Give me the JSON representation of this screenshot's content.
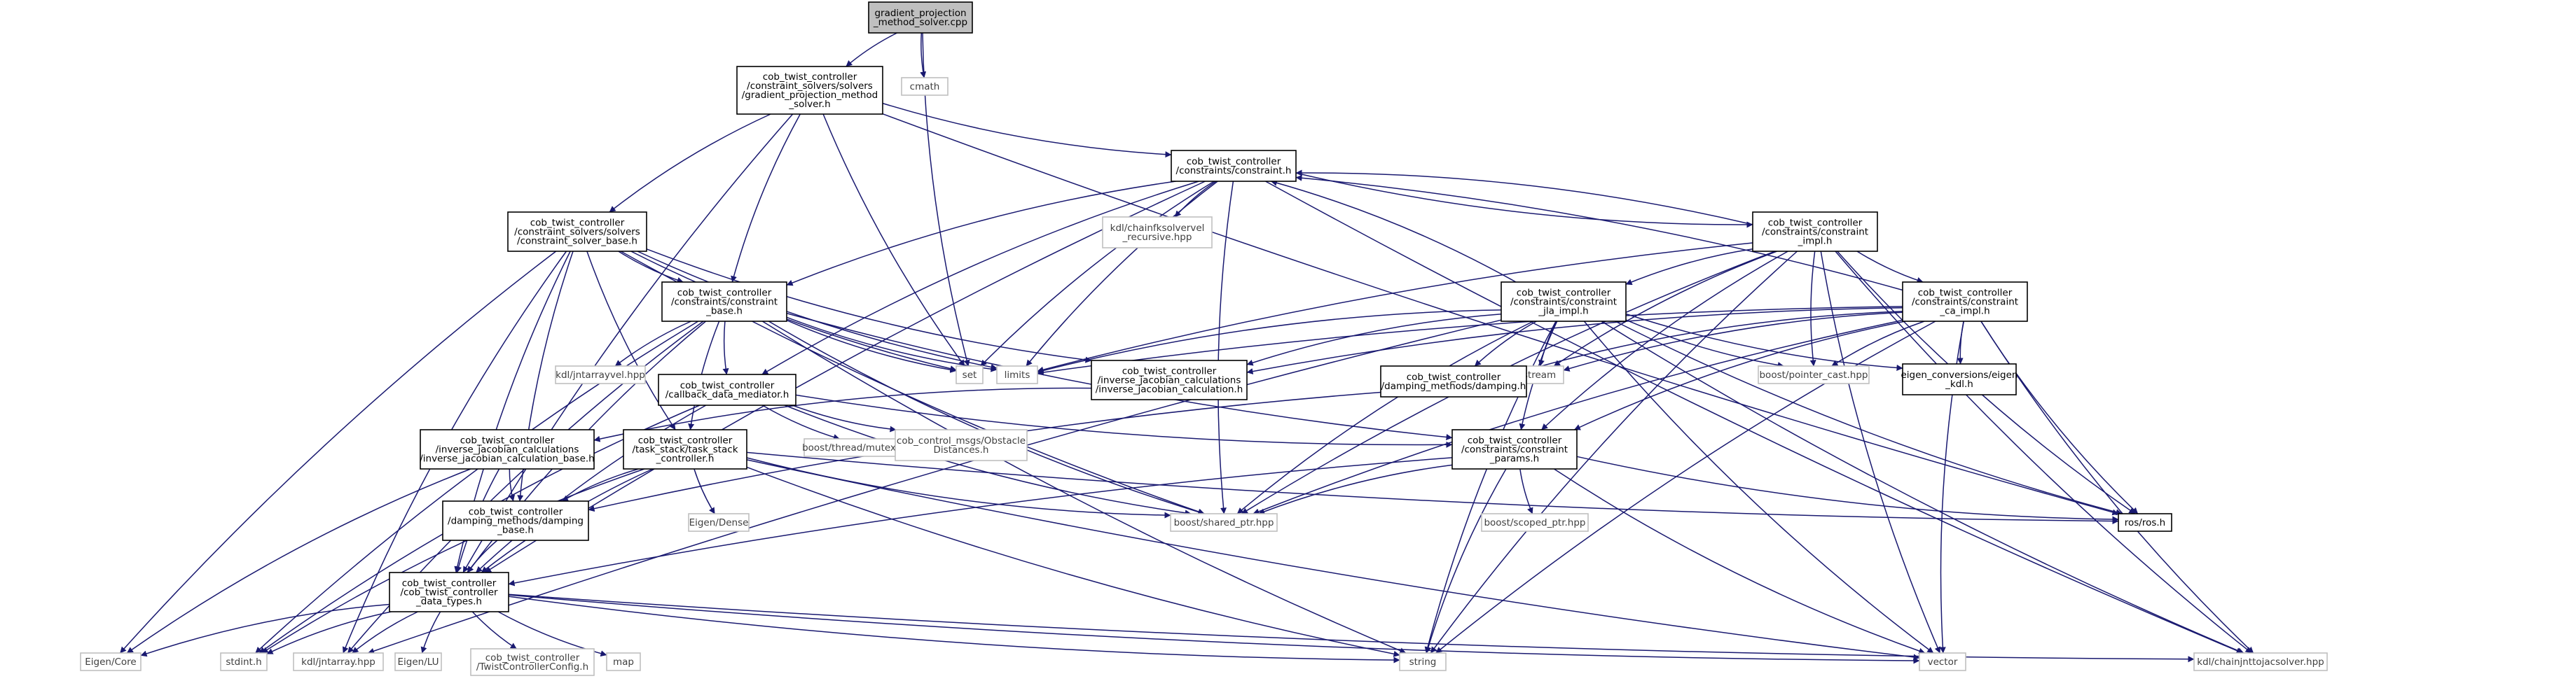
{
  "colors": {
    "edge": "#191970",
    "root_fill": "#bfbfbf",
    "root_border": "#000000",
    "local_border": "#000000",
    "external_border": "#bfbfbf",
    "text_main": "#000000",
    "text_external": "#404040"
  },
  "nodes": [
    {
      "id": "root",
      "kind": "root",
      "lines": [
        "gradient_projection",
        "_method_solver.cpp"
      ]
    },
    {
      "id": "gpms_h",
      "kind": "local",
      "lines": [
        "cob_twist_controller",
        "/constraint_solvers/solvers",
        "/gradient_projection_method",
        "_solver.h"
      ]
    },
    {
      "id": "cmath",
      "kind": "external",
      "lines": [
        "cmath"
      ]
    },
    {
      "id": "constraint_h",
      "kind": "local",
      "lines": [
        "cob_twist_controller",
        "/constraints/constraint.h"
      ]
    },
    {
      "id": "solver_base",
      "kind": "local",
      "lines": [
        "cob_twist_controller",
        "/constraint_solvers/solvers",
        "/constraint_solver_base.h"
      ]
    },
    {
      "id": "chainfk",
      "kind": "external",
      "lines": [
        "kdl/chainfksolvervel",
        "_recursive.hpp"
      ]
    },
    {
      "id": "constraint_impl",
      "kind": "local",
      "lines": [
        "cob_twist_controller",
        "/constraints/constraint",
        "_impl.h"
      ]
    },
    {
      "id": "constraint_base",
      "kind": "local",
      "lines": [
        "cob_twist_controller",
        "/constraints/constraint",
        "_base.h"
      ]
    },
    {
      "id": "jla_impl",
      "kind": "local",
      "lines": [
        "cob_twist_controller",
        "/constraints/constraint",
        "_jla_impl.h"
      ]
    },
    {
      "id": "ca_impl",
      "kind": "local",
      "lines": [
        "cob_twist_controller",
        "/constraints/constraint",
        "_ca_impl.h"
      ]
    },
    {
      "id": "set",
      "kind": "external",
      "lines": [
        "set"
      ]
    },
    {
      "id": "limits",
      "kind": "external",
      "lines": [
        "limits"
      ]
    },
    {
      "id": "jntarrayvel",
      "kind": "external",
      "lines": [
        "kdl/jntarrayvel.hpp"
      ]
    },
    {
      "id": "sstream",
      "kind": "external",
      "lines": [
        "sstream"
      ]
    },
    {
      "id": "pointer_cast",
      "kind": "external",
      "lines": [
        "boost/pointer_cast.hpp"
      ]
    },
    {
      "id": "eigen_kdl",
      "kind": "local",
      "lines": [
        "eigen_conversions/eigen",
        "_kdl.h"
      ]
    },
    {
      "id": "callback",
      "kind": "local",
      "lines": [
        "cob_twist_controller",
        "/callback_data_mediator.h"
      ]
    },
    {
      "id": "ijc",
      "kind": "local",
      "lines": [
        "cob_twist_controller",
        "/inverse_jacobian_calculations",
        "/inverse_jacobian_calculation.h"
      ]
    },
    {
      "id": "damping_h",
      "kind": "local",
      "lines": [
        "cob_twist_controller",
        "/damping_methods/damping.h"
      ]
    },
    {
      "id": "ijc_base",
      "kind": "local",
      "lines": [
        "cob_twist_controller",
        "/inverse_jacobian_calculations",
        "/inverse_jacobian_calculation_base.h"
      ]
    },
    {
      "id": "task_stack",
      "kind": "local",
      "lines": [
        "cob_twist_controller",
        "/task_stack/task_stack",
        "_controller.h"
      ]
    },
    {
      "id": "mutex",
      "kind": "external",
      "lines": [
        "boost/thread/mutex.hpp"
      ]
    },
    {
      "id": "obstacle",
      "kind": "external",
      "lines": [
        "cob_control_msgs/Obstacle",
        "Distances.h"
      ]
    },
    {
      "id": "constraint_params",
      "kind": "local",
      "lines": [
        "cob_twist_controller",
        "/constraints/constraint",
        "_params.h"
      ]
    },
    {
      "id": "damping_base",
      "kind": "local",
      "lines": [
        "cob_twist_controller",
        "/damping_methods/damping",
        "_base.h"
      ]
    },
    {
      "id": "eigen_dense",
      "kind": "external",
      "lines": [
        "Eigen/Dense"
      ]
    },
    {
      "id": "shared_ptr",
      "kind": "external",
      "lines": [
        "boost/shared_ptr.hpp"
      ]
    },
    {
      "id": "scoped_ptr",
      "kind": "external",
      "lines": [
        "boost/scoped_ptr.hpp"
      ]
    },
    {
      "id": "ros",
      "kind": "local",
      "lines": [
        "ros/ros.h"
      ]
    },
    {
      "id": "data_types",
      "kind": "local",
      "lines": [
        "cob_twist_controller",
        "/cob_twist_controller",
        "_data_types.h"
      ]
    },
    {
      "id": "eigen_core",
      "kind": "external",
      "lines": [
        "Eigen/Core"
      ]
    },
    {
      "id": "stdint",
      "kind": "external",
      "lines": [
        "stdint.h"
      ]
    },
    {
      "id": "jntarray",
      "kind": "external",
      "lines": [
        "kdl/jntarray.hpp"
      ]
    },
    {
      "id": "eigen_lu",
      "kind": "external",
      "lines": [
        "Eigen/LU"
      ]
    },
    {
      "id": "twist_config",
      "kind": "external",
      "lines": [
        "cob_twist_controller",
        "/TwistControllerConfig.h"
      ]
    },
    {
      "id": "map",
      "kind": "external",
      "lines": [
        "map"
      ]
    },
    {
      "id": "string",
      "kind": "external",
      "lines": [
        "string"
      ]
    },
    {
      "id": "vector",
      "kind": "external",
      "lines": [
        "vector"
      ]
    },
    {
      "id": "jnttojac",
      "kind": "external",
      "lines": [
        "kdl/chainjnttojacsolver.hpp"
      ]
    }
  ],
  "edges": [
    [
      "root",
      "gpms_h"
    ],
    [
      "root",
      "cmath"
    ],
    [
      "root",
      "set"
    ],
    [
      "gpms_h",
      "constraint_h"
    ],
    [
      "gpms_h",
      "solver_base"
    ],
    [
      "gpms_h",
      "constraint_base"
    ],
    [
      "gpms_h",
      "set"
    ],
    [
      "gpms_h",
      "data_types"
    ],
    [
      "gpms_h",
      "ros"
    ],
    [
      "constraint_h",
      "chainfk"
    ],
    [
      "constraint_h",
      "constraint_impl"
    ],
    [
      "constraint_h",
      "constraint_base"
    ],
    [
      "constraint_h",
      "callback"
    ],
    [
      "constraint_h",
      "set"
    ],
    [
      "constraint_h",
      "limits"
    ],
    [
      "constraint_h",
      "data_types"
    ],
    [
      "constraint_h",
      "shared_ptr"
    ],
    [
      "constraint_h",
      "jnttojac"
    ],
    [
      "constraint_impl",
      "constraint_h"
    ],
    [
      "constraint_impl",
      "jla_impl"
    ],
    [
      "constraint_impl",
      "ca_impl"
    ],
    [
      "constraint_impl",
      "limits"
    ],
    [
      "constraint_impl",
      "sstream"
    ],
    [
      "constraint_impl",
      "pointer_cast"
    ],
    [
      "constraint_impl",
      "ros"
    ],
    [
      "constraint_impl",
      "shared_ptr"
    ],
    [
      "constraint_impl",
      "constraint_params"
    ],
    [
      "constraint_impl",
      "vector"
    ],
    [
      "constraint_impl",
      "string"
    ],
    [
      "constraint_impl",
      "jnttojac"
    ],
    [
      "solver_base",
      "constraint_base"
    ],
    [
      "solver_base",
      "set"
    ],
    [
      "solver_base",
      "limits"
    ],
    [
      "solver_base",
      "ijc"
    ],
    [
      "solver_base",
      "task_stack"
    ],
    [
      "solver_base",
      "damping_base"
    ],
    [
      "solver_base",
      "data_types"
    ],
    [
      "solver_base",
      "eigen_core"
    ],
    [
      "solver_base",
      "jntarray"
    ],
    [
      "solver_base",
      "shared_ptr"
    ],
    [
      "constraint_base",
      "jntarrayvel"
    ],
    [
      "constraint_base",
      "callback"
    ],
    [
      "constraint_base",
      "task_stack"
    ],
    [
      "constraint_base",
      "set"
    ],
    [
      "constraint_base",
      "limits"
    ],
    [
      "constraint_base",
      "stdint"
    ],
    [
      "constraint_base",
      "jntarray"
    ],
    [
      "constraint_base",
      "data_types"
    ],
    [
      "constraint_base",
      "constraint_params"
    ],
    [
      "constraint_base",
      "shared_ptr"
    ],
    [
      "constraint_base",
      "string"
    ],
    [
      "jla_impl",
      "constraint_h"
    ],
    [
      "jla_impl",
      "limits"
    ],
    [
      "jla_impl",
      "sstream"
    ],
    [
      "jla_impl",
      "pointer_cast"
    ],
    [
      "jla_impl",
      "eigen_kdl"
    ],
    [
      "jla_impl",
      "ijc"
    ],
    [
      "jla_impl",
      "damping_h"
    ],
    [
      "jla_impl",
      "constraint_params"
    ],
    [
      "jla_impl",
      "ros"
    ],
    [
      "jla_impl",
      "shared_ptr"
    ],
    [
      "jla_impl",
      "string"
    ],
    [
      "jla_impl",
      "vector"
    ],
    [
      "jla_impl",
      "jntarray"
    ],
    [
      "jla_impl",
      "jnttojac"
    ],
    [
      "ca_impl",
      "constraint_h"
    ],
    [
      "ca_impl",
      "limits"
    ],
    [
      "ca_impl",
      "sstream"
    ],
    [
      "ca_impl",
      "pointer_cast"
    ],
    [
      "ca_impl",
      "eigen_kdl"
    ],
    [
      "ca_impl",
      "ijc"
    ],
    [
      "ca_impl",
      "damping_h"
    ],
    [
      "ca_impl",
      "constraint_params"
    ],
    [
      "ca_impl",
      "ros"
    ],
    [
      "ca_impl",
      "shared_ptr"
    ],
    [
      "ca_impl",
      "string"
    ],
    [
      "ca_impl",
      "vector"
    ],
    [
      "ca_impl",
      "jnttojac"
    ],
    [
      "callback",
      "mutex"
    ],
    [
      "callback",
      "obstacle"
    ],
    [
      "callback",
      "constraint_params"
    ],
    [
      "callback",
      "data_types"
    ],
    [
      "callback",
      "stdint"
    ],
    [
      "callback",
      "shared_ptr"
    ],
    [
      "ijc",
      "ijc_base"
    ],
    [
      "damping_h",
      "damping_base"
    ],
    [
      "ijc_base",
      "data_types"
    ],
    [
      "ijc_base",
      "damping_base"
    ],
    [
      "ijc_base",
      "eigen_core"
    ],
    [
      "task_stack",
      "eigen_dense"
    ],
    [
      "task_stack",
      "damping_base"
    ],
    [
      "task_stack",
      "data_types"
    ],
    [
      "task_stack",
      "shared_ptr"
    ],
    [
      "task_stack",
      "ros"
    ],
    [
      "task_stack",
      "stdint"
    ],
    [
      "task_stack",
      "string"
    ],
    [
      "task_stack",
      "vector"
    ],
    [
      "constraint_params",
      "scoped_ptr"
    ],
    [
      "constraint_params",
      "shared_ptr"
    ],
    [
      "constraint_params",
      "data_types"
    ],
    [
      "constraint_params",
      "ros"
    ],
    [
      "constraint_params",
      "string"
    ],
    [
      "constraint_params",
      "vector"
    ],
    [
      "damping_base",
      "data_types"
    ],
    [
      "data_types",
      "eigen_core"
    ],
    [
      "data_types",
      "stdint"
    ],
    [
      "data_types",
      "jntarray"
    ],
    [
      "data_types",
      "eigen_lu"
    ],
    [
      "data_types",
      "twist_config"
    ],
    [
      "data_types",
      "map"
    ],
    [
      "data_types",
      "string"
    ],
    [
      "data_types",
      "vector"
    ],
    [
      "data_types",
      "jnttojac"
    ]
  ]
}
